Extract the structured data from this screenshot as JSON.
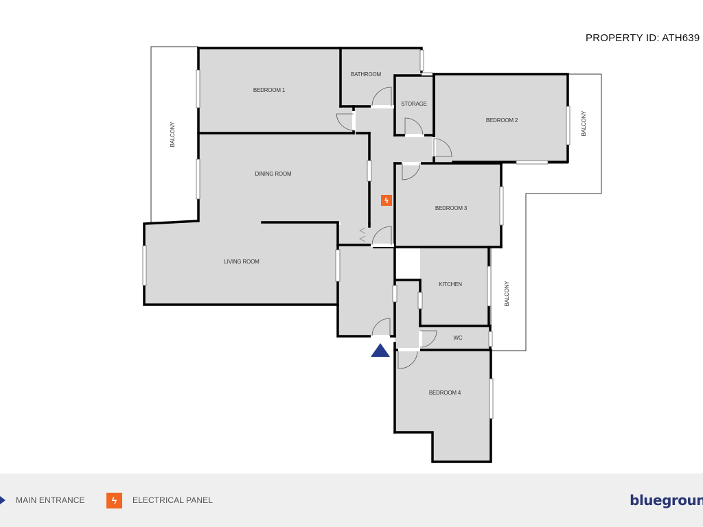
{
  "header": {
    "property_id": "PROPERTY ID: ATH639"
  },
  "floorplan": {
    "colors": {
      "room_fill": "#d9d9d9",
      "wall": "#000000",
      "balcony_fill": "#ffffff",
      "entrance": "#253a8a",
      "electrical": "#f26522"
    },
    "rooms": {
      "bedroom1": "BEDROOM 1",
      "bathroom": "BATHROOM",
      "storage": "STORAGE",
      "bedroom2": "BEDROOM 2",
      "dining": "DINING ROOM",
      "bedroom3": "BEDROOM 3",
      "living": "LIVING ROOM",
      "kitchen": "KITCHEN",
      "wc": "WC",
      "bedroom4": "BEDROOM 4",
      "balcony_west": "BALCONY",
      "balcony_east": "BALCONY",
      "balcony_south": "BALCONY"
    },
    "electrical_icon": "ϟ"
  },
  "legend": {
    "items": [
      {
        "icon": "entrance-arrow-icon",
        "label": "MAIN ENTRANCE"
      },
      {
        "icon": "electrical-panel-icon",
        "glyph": "ϟ",
        "label": "ELECTRICAL PANEL"
      }
    ]
  },
  "brand": {
    "name": "bluegroun"
  }
}
